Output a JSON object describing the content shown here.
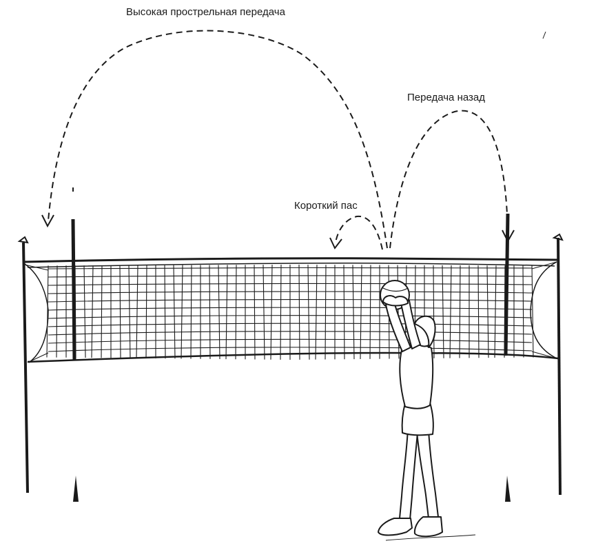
{
  "labels": {
    "high_cross_pass": "Высокая прострельная передача",
    "back_pass": "Передача назад",
    "short_pass": "Короткий пас"
  },
  "colors": {
    "ink": "#1a1a1a",
    "background": "#ffffff"
  },
  "icons": {
    "player": "volleyball-setter",
    "ball": "volleyball",
    "net": "volleyball-net"
  }
}
